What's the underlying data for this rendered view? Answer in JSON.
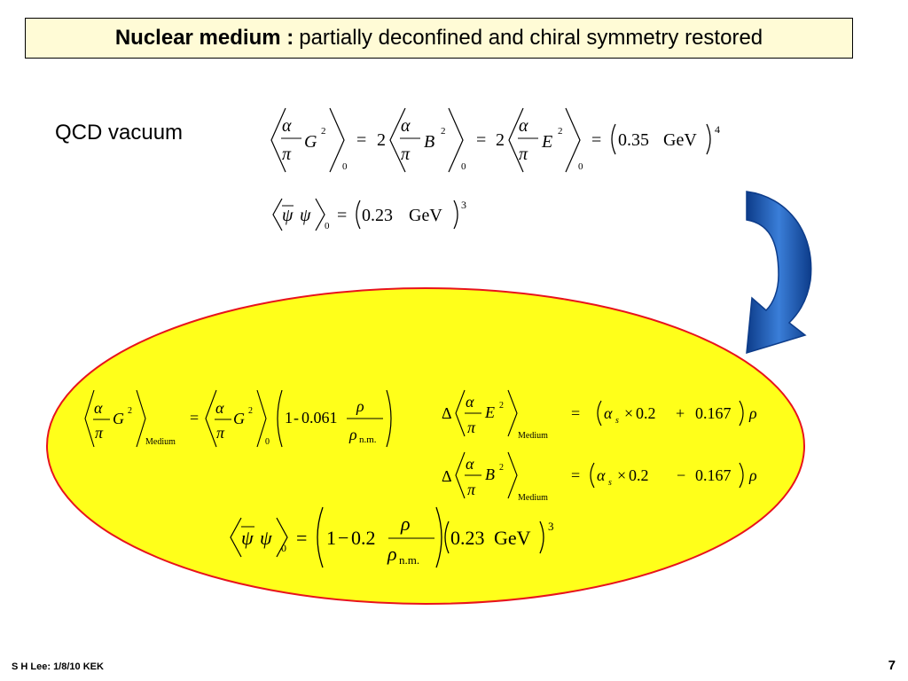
{
  "title": {
    "bold": "Nuclear medium :",
    "rest": "partially deconfined  and chiral symmetry restored"
  },
  "vacuum_label": "QCD vacuum",
  "eq_vacuum_gluon": {
    "alpha": "α",
    "pi": "π",
    "G": "G",
    "B": "B",
    "E": "E",
    "two": "2",
    "coef": "2",
    "zero": "0",
    "eq": "=",
    "value": "0.35",
    "unit": "GeV",
    "power": "4"
  },
  "eq_vacuum_quark": {
    "psibar": "ψ",
    "psi": "ψ",
    "zero": "0",
    "eq": "=",
    "value": "0.23",
    "unit": "GeV",
    "power": "3"
  },
  "eq_medium_gluon": {
    "sub_medium": "Medium",
    "sub_zero": "0",
    "one": "1",
    "minus": "-",
    "coef": "0.061",
    "rho": "ρ",
    "rho_nm_sub": "n.m.",
    "eq": "="
  },
  "eq_medium_E": {
    "delta": "Δ",
    "eq": "=",
    "alpha_s": "α",
    "s": "s",
    "times": "×",
    "a": "0.2",
    "op": "+",
    "b": "0.167",
    "rho": "ρ",
    "sub_medium": "Medium"
  },
  "eq_medium_B": {
    "delta": "Δ",
    "eq": "=",
    "alpha_s": "α",
    "s": "s",
    "times": "×",
    "a": "0.2",
    "op": "−",
    "b": "0.167",
    "rho": "ρ",
    "sub_medium": "Medium"
  },
  "eq_medium_quark": {
    "zero": "0",
    "eq": "=",
    "one": "1",
    "minus": "−",
    "coef": "0.2",
    "rho": "ρ",
    "rho_nm_sub": "n.m.",
    "value": "0.23",
    "unit": "GeV",
    "power": "3"
  },
  "footer": "S H Lee: 1/8/10 KEK",
  "page_number": "7",
  "colors": {
    "ellipse_fill": "#ffff1a",
    "ellipse_stroke": "#e8131c",
    "arrow_fill": "#1f5fbf",
    "arrow_edge": "#0d3c8a",
    "title_bg": "#fffbd6"
  }
}
